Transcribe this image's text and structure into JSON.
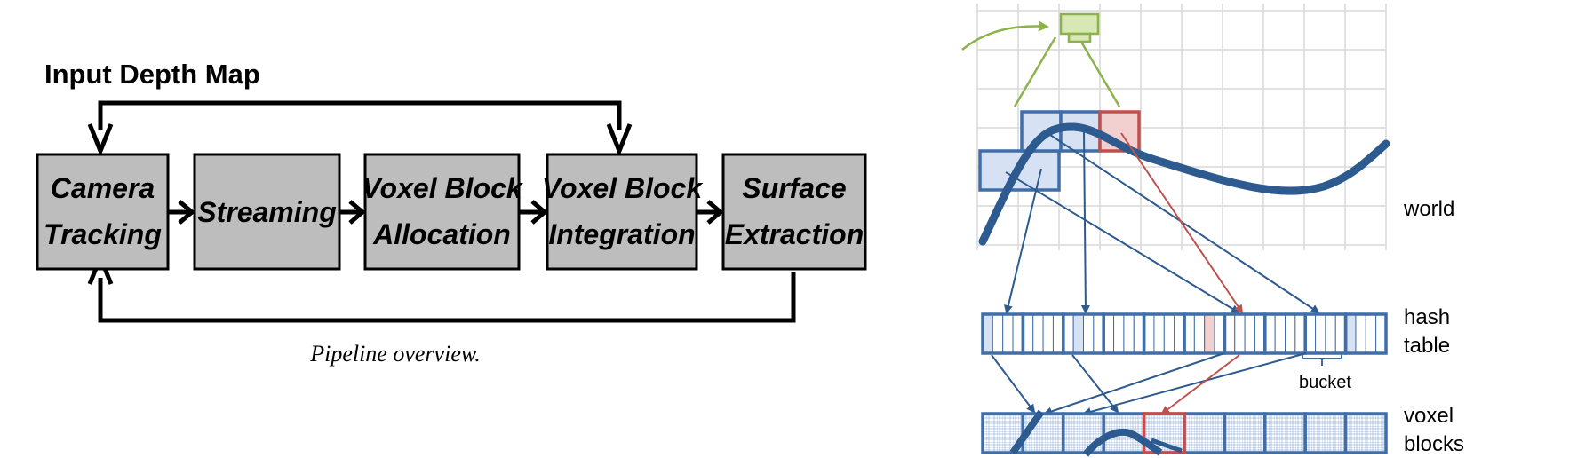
{
  "pipeline": {
    "title": "Input Depth Map",
    "caption": "Pipeline overview.",
    "stages": [
      {
        "line1": "Camera",
        "line2": "Tracking"
      },
      {
        "line1": "Streaming",
        "line2": ""
      },
      {
        "line1": "Voxel Block",
        "line2": "Allocation"
      },
      {
        "line1": "Voxel Block",
        "line2": "Integration"
      },
      {
        "line1": "Surface",
        "line2": "Extraction"
      }
    ]
  },
  "hashing": {
    "labels": {
      "world": "world",
      "hash_table_1": "hash",
      "hash_table_2": "table",
      "bucket": "bucket",
      "voxel_blocks_1": "voxel",
      "voxel_blocks_2": "blocks"
    }
  },
  "colors": {
    "box_fill": "#bdbdbd",
    "stroke": "#000000",
    "grid": "#d9d9d9",
    "blue": "#3f6ea8",
    "dark_blue": "#2d5a8f",
    "light_blue": "#d6e2f3",
    "red": "#c0504d",
    "light_red": "#f2d0d0",
    "green": "#8db24a",
    "light_green": "#d7e8b5"
  }
}
